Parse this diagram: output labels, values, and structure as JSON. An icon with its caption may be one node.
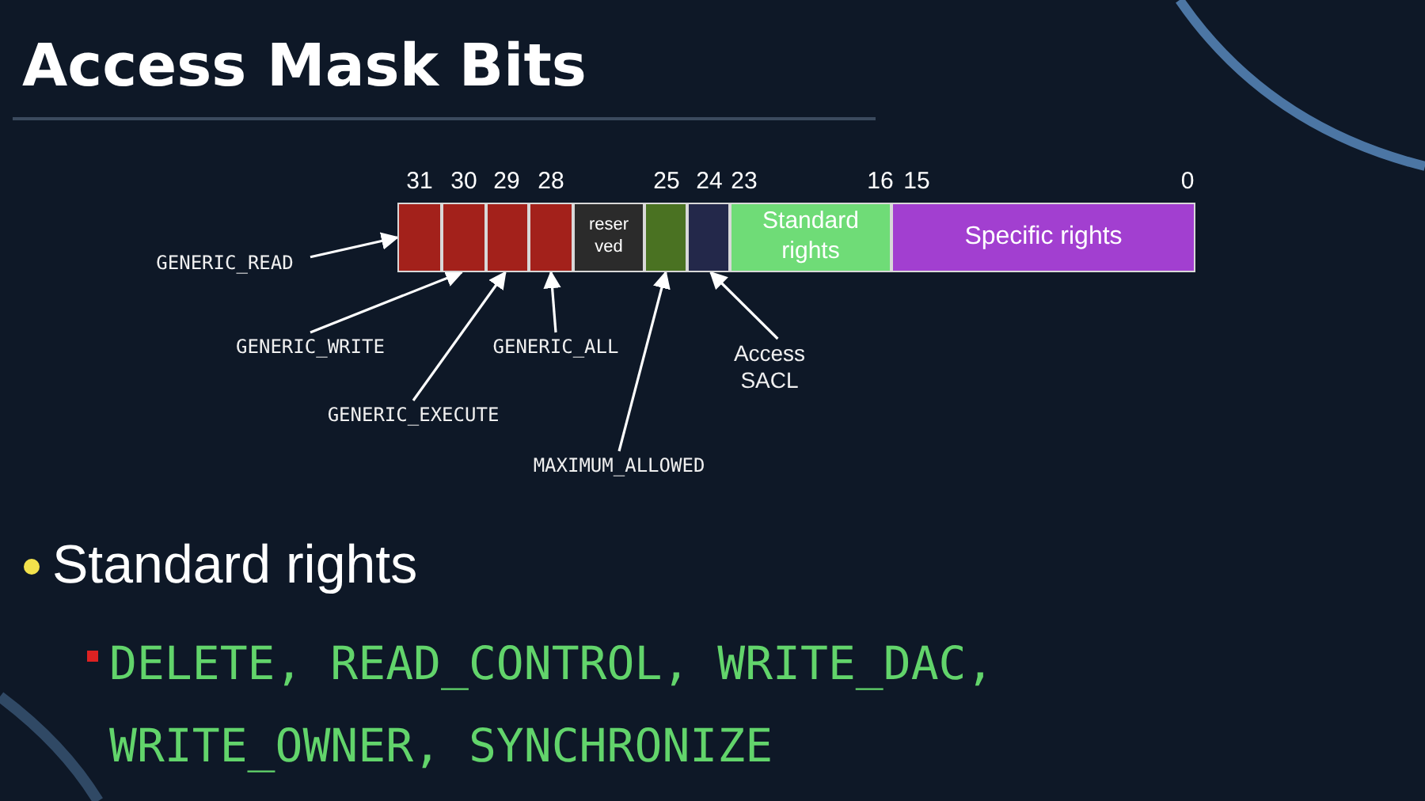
{
  "diagram": {
    "title": "Access Mask Bits",
    "nodes": [
      {
        "text": [],
        "shape": "box"
      },
      {
        "text": [],
        "shape": "box"
      },
      {
        "text": [],
        "shape": "box"
      },
      {
        "text": [],
        "shape": "box"
      },
      {
        "text": [
          "reser ved"
        ]
      },
      {
        "text": [],
        "shape": "box"
      },
      {
        "text": [],
        "shape": "box"
      },
      {
        "text": [
          "Standard rights"
        ]
      },
      {
        "text": [
          "Specific rights"
        ]
      },
      {
        "text": [
          "GENERIC_READ"
        ]
      },
      {
        "text": [
          "GENERIC_WRITE"
        ]
      },
      {
        "text": [
          "GENERIC_EXECUTE"
        ]
      },
      {
        "text": [
          "GENERIC_ALL"
        ]
      },
      {
        "text": [
          "MAXIMUM_ALLOWED"
        ]
      },
      {
        "text": [
          "Access SACL"
        ]
      }
    ],
    "edges": [
      {
        "from": 9,
        "to": 0,
        "arrow": "to"
      },
      {
        "from": 10,
        "to": 1,
        "arrow": "to"
      },
      {
        "from": 11,
        "to": 2,
        "arrow": "to"
      },
      {
        "from": 12,
        "to": 3,
        "arrow": "to"
      },
      {
        "from": 13,
        "to": 5,
        "arrow": "to"
      },
      {
        "from": 14,
        "to": 6,
        "arrow": "to"
      }
    ],
    "labels": [
      "31",
      "30",
      "29",
      "28",
      "25",
      "24",
      "23",
      "16",
      "15",
      "0",
      "Standard rights",
      "DELETE, READ_CONTROL, WRITE_DAC, WRITE_OWNER, SYNCHRONIZE"
    ]
  }
}
